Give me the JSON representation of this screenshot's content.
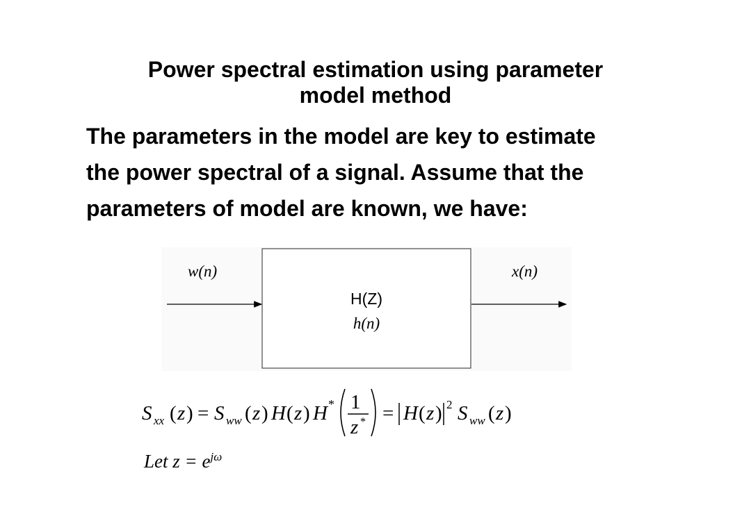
{
  "title": {
    "line1": "Power spectral estimation using parameter",
    "line2": "model method"
  },
  "body": {
    "line1": "The parameters in the model are key to estimate",
    "line2": "the power spectral of a signal. Assume that the",
    "line3": "parameters of model are known, we have:"
  },
  "diagram": {
    "input_label": "w(n)",
    "output_label": "x(n)",
    "block_label": "H(Z)",
    "block_sublabel": "h(n)"
  },
  "equation": {
    "let_text": "Let z = e",
    "let_exponent": "jω"
  }
}
